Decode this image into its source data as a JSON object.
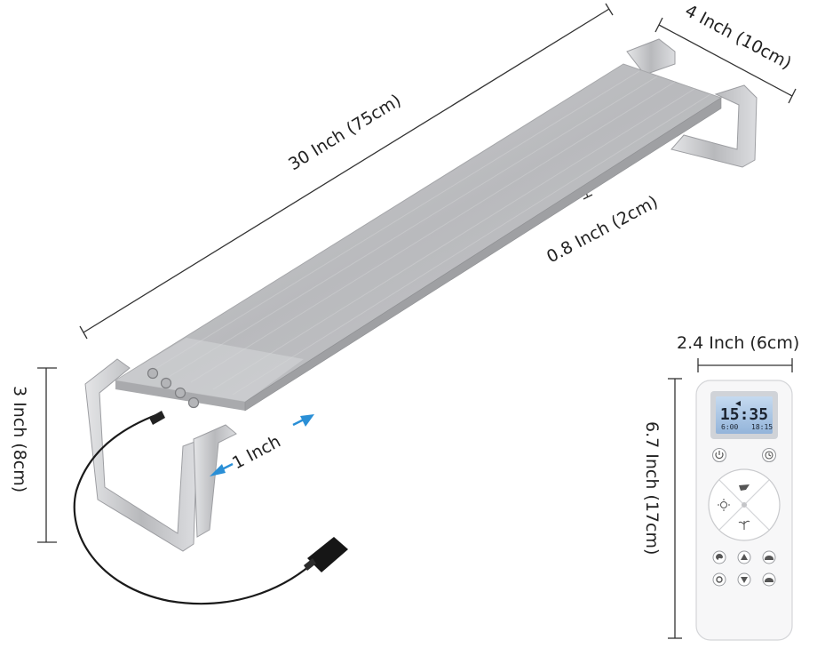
{
  "dimensions": {
    "length": "30 Inch (75cm)",
    "width": "4 Inch (10cm)",
    "thickness": "0.8 Inch (2cm)",
    "height": "3 Inch (8cm)",
    "extension": "1 Inch",
    "remote_width": "2.4 Inch (6cm)",
    "remote_height": "6.7 Inch (17cm)"
  },
  "remote": {
    "screen_time": "15:35",
    "screen_start": "6:00",
    "screen_end": "18:15"
  },
  "colors": {
    "panel": "#c4c4c6",
    "frame": "#d2d3d6",
    "arrow_blue": "#2a8fd6",
    "lcd": "#a9c6e6",
    "cable": "#1a1a1a"
  }
}
